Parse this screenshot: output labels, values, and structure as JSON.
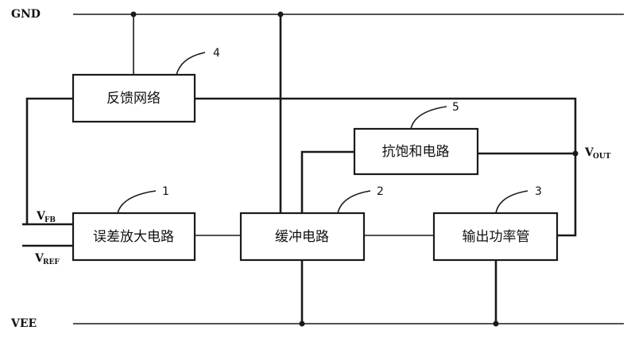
{
  "rails": {
    "gnd": "GND",
    "vee": "VEE"
  },
  "signals": {
    "vfb": {
      "main": "V",
      "sub": "FB"
    },
    "vref": {
      "main": "V",
      "sub": "REF"
    },
    "vout": {
      "main": "V",
      "sub": "OUT"
    }
  },
  "blocks": {
    "error_amp": {
      "label": "误差放大电路",
      "num": "1"
    },
    "buffer": {
      "label": "缓冲电路",
      "num": "2"
    },
    "output_power": {
      "label": "输出功率管",
      "num": "3"
    },
    "feedback": {
      "label": "反馈网络",
      "num": "4"
    },
    "anti_saturation": {
      "label": "抗饱和电路",
      "num": "5"
    }
  }
}
